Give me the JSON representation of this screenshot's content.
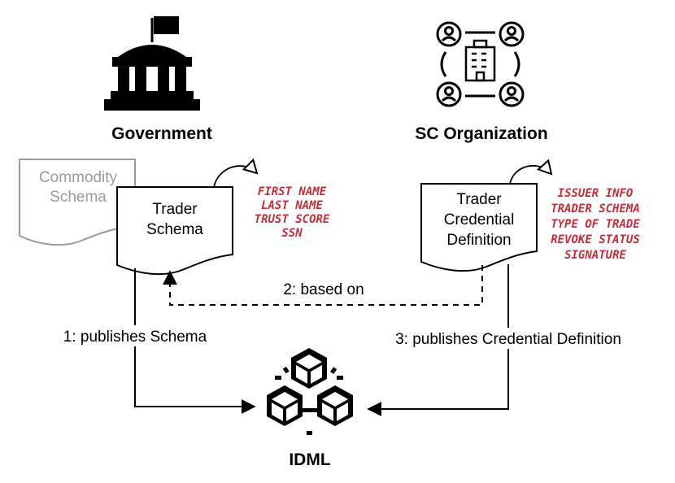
{
  "nodes": {
    "government": {
      "label": "Government",
      "icon": "government-building-icon"
    },
    "sc_organization": {
      "label": "SC Organization",
      "icon": "organization-network-icon"
    },
    "idml": {
      "label": "IDML",
      "icon": "blockchain-cubes-icon"
    }
  },
  "documents": {
    "commodity_schema": {
      "lines": [
        "Commodity",
        "Schema"
      ]
    },
    "trader_schema": {
      "lines": [
        "Trader",
        "Schema"
      ]
    },
    "trader_credential_definition": {
      "lines": [
        "Trader",
        "Credential",
        "Definition"
      ]
    }
  },
  "annotations": {
    "trader_schema_fields": [
      "FIRST NAME",
      "LAST NAME",
      "TRUST SCORE",
      "SSN"
    ],
    "credential_definition_fields": [
      "ISSUER INFO",
      "TRADER SCHEMA",
      "TYPE OF TRADE",
      "REVOKE STATUS",
      "SIGNATURE"
    ]
  },
  "edges": {
    "publishes_schema": "1: publishes Schema",
    "based_on": "2: based on",
    "publishes_credential_definition": "3: publishes Credential Definition"
  },
  "colors": {
    "annotation": "#c0303a",
    "grey_document": "#9a9a9a",
    "stroke": "#000000"
  }
}
